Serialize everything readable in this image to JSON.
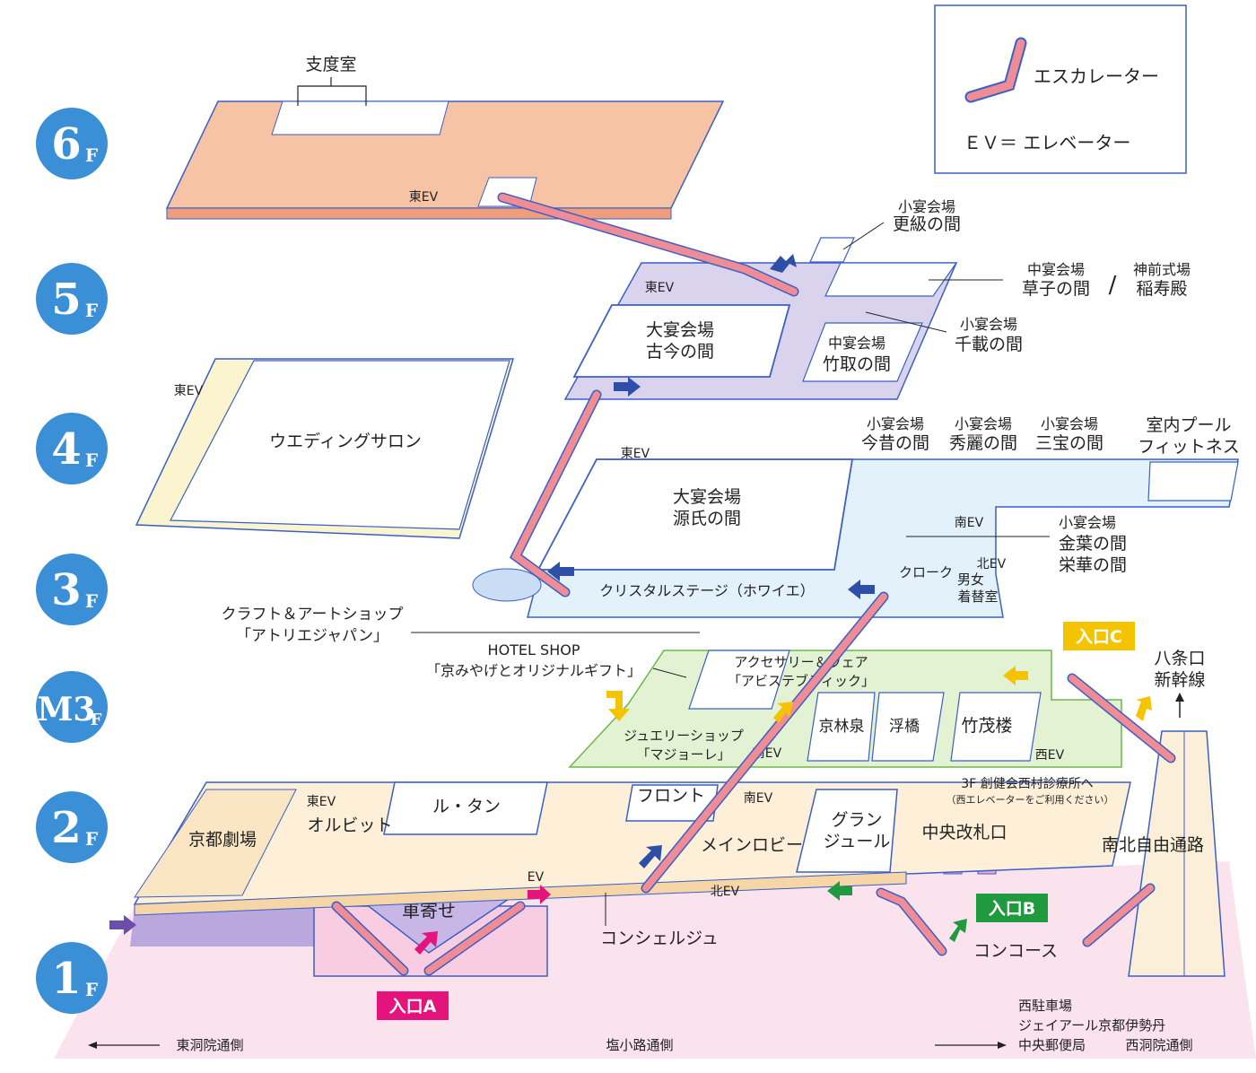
{
  "floors": [
    {
      "main": "6",
      "sub": "F"
    },
    {
      "main": "5",
      "sub": "F"
    },
    {
      "main": "4",
      "sub": "F"
    },
    {
      "main": "3",
      "sub": "F"
    },
    {
      "main": "M3",
      "sub": "F"
    },
    {
      "main": "2",
      "sub": "F"
    },
    {
      "main": "1",
      "sub": "F"
    }
  ],
  "legend": {
    "escalator": "エスカレーター",
    "elevator": "ＥＶ＝ エレベーター"
  },
  "f6": {
    "dressing_room": "支度室",
    "east_ev": "東EV"
  },
  "f5": {
    "east_ev": "東EV",
    "koga_title": "大宴会場",
    "koga_name": "古今の間",
    "sarashina_title": "小宴会場",
    "sarashina_name": "更級の間",
    "soushi_title": "中宴会場",
    "soushi_name": "草子の間",
    "slash": "/",
    "inaju_title": "神前式場",
    "inaju_name": "稲寿殿",
    "senzai_title": "小宴会場",
    "senzai_name": "千載の間",
    "taketori_title": "中宴会場",
    "taketori_name": "竹取の間"
  },
  "f4": {
    "east_ev": "東EV",
    "wedding_salon": "ウエディングサロン"
  },
  "f3": {
    "east_ev": "東EV",
    "genji_title": "大宴会場",
    "genji_name": "源氏の間",
    "konjaku_title": "小宴会場",
    "konjaku_name": "今昔の間",
    "shuurei_title": "小宴会場",
    "shuurei_name": "秀麗の間",
    "sanpou_title": "小宴会場",
    "sanpou_name": "三宝の間",
    "pool_line1": "室内プール",
    "pool_line2": "フィットネス",
    "south_ev": "南EV",
    "north_ev": "北EV",
    "kinyou_title": "小宴会場",
    "kinyou_name1": "金葉の間",
    "kinyou_name2": "栄華の間",
    "cloak": "クローク",
    "dressing1": "男女",
    "dressing2": "着替室",
    "crystal_stage": "クリスタルステージ（ホワイエ）"
  },
  "m3": {
    "craft_line1": "クラフト＆アートショップ",
    "craft_line2": "「アトリエジャパン」",
    "hotel_shop_line1": "HOTEL SHOP",
    "hotel_shop_line2": "「京みやげとオリジナルギフト」",
    "accessory_line1": "アクセサリー＆ウェア",
    "accessory_line2": "「アビステブティック」",
    "jewelry_line1": "ジュエリーショップ",
    "jewelry_line2": "「マジョーレ」",
    "south_ev": "南EV",
    "kyorinsen": "京林泉",
    "ukihashi": "浮橋",
    "chikumoro": "竹茂楼",
    "west_ev": "西EV",
    "entrance_c": "入口C",
    "hachijo_line1": "八条口",
    "hachijo_line2": "新幹線",
    "clinic_line1": "3F 創健会西村診療所へ",
    "clinic_line2": "（西エレベーターをご利用ください）"
  },
  "f2": {
    "east_ev": "東EV",
    "orbite": "オルビット",
    "le_temps": "ル・タン",
    "kyoto_gekijo": "京都劇場",
    "front": "フロント",
    "south_ev": "南EV",
    "main_lobby": "メインロビー",
    "grand_line1": "グラン",
    "grand_line2": "ジュール",
    "central_gate": "中央改札口",
    "north_ev": "北EV",
    "ev": "EV",
    "free_passage": "南北自由通路"
  },
  "f1": {
    "kurumayose": "車寄せ",
    "concierge": "コンシェルジュ",
    "entrance_a": "入口A",
    "entrance_b": "入口B",
    "concourse": "コンコース",
    "higashinotoin": "東洞院通側",
    "shiokoji": "塩小路通側",
    "west_parking": "西駐車場",
    "jr_isetan": "ジェイアール京都伊勢丹",
    "post_office": "中央郵便局",
    "nishinotoin": "西洞院通側"
  },
  "colors": {
    "floor6": "#f6c3a4",
    "floor5": "#d9d3ee",
    "floor4": "#fbf5cf",
    "floor3": "#e3f1fb",
    "floorM3": "#e3f2d2",
    "floor2": "#fdefd8",
    "floor1": "#fbe3ee",
    "wall_blue": "#3a5fc7",
    "escalator": "#ef8c96",
    "badge": "#3b8fd6",
    "entrance_a": "#e5147d",
    "entrance_b": "#1f9a3e",
    "entrance_c": "#f5c400",
    "arrow_blue": "#2e4fa8",
    "arrow_yellow": "#f5c400",
    "arrow_green": "#1f9a3e",
    "arrow_magenta": "#e5147d",
    "arrow_purple": "#6a4ea8"
  }
}
